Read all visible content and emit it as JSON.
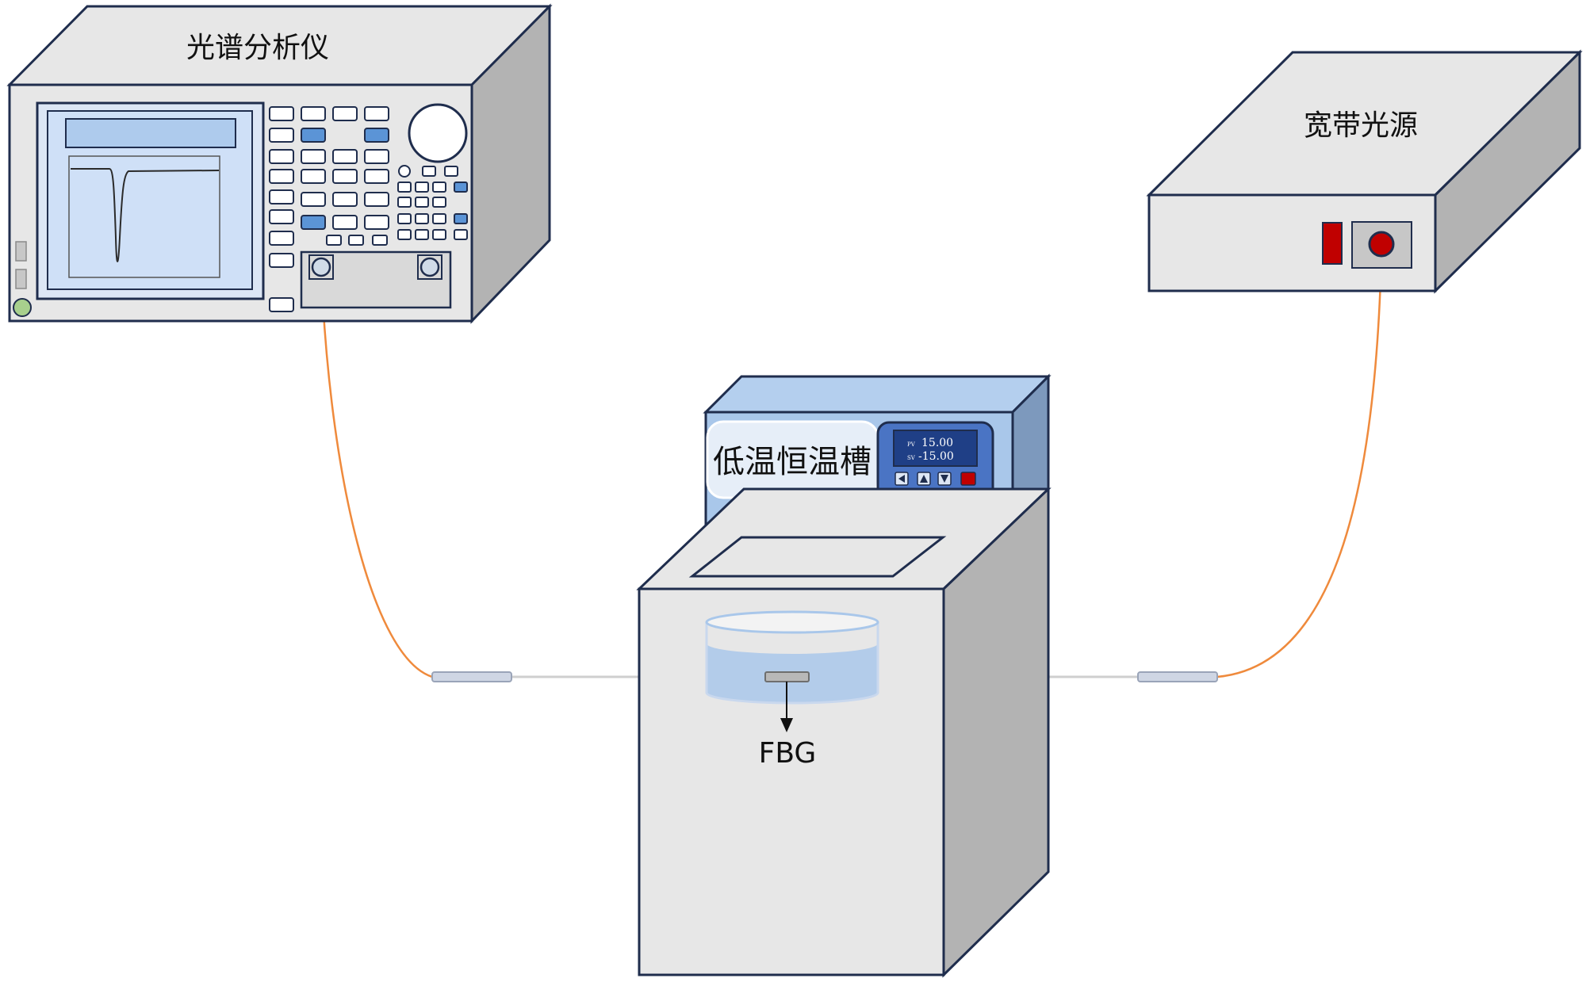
{
  "devices": {
    "osa": {
      "label": "光谱分析仪"
    },
    "light_source": {
      "label": "宽带光源"
    },
    "bath": {
      "label": "低温恒温槽",
      "display": {
        "pv_tag": "PV",
        "pv_value": "15.00",
        "sv_tag": "SV",
        "sv_value": "-15.00"
      }
    }
  },
  "sensor": {
    "label": "FBG"
  },
  "colors": {
    "outline": "#1f2d4d",
    "fiber": "#ef8a3c",
    "bath_blue": "#a9c7ea",
    "screen_blue": "#cfe0f7",
    "panel_blue": "#4a74c4",
    "key_blue": "#5b94d6",
    "led_red": "#c00000",
    "button_green": "#a8d08d"
  }
}
